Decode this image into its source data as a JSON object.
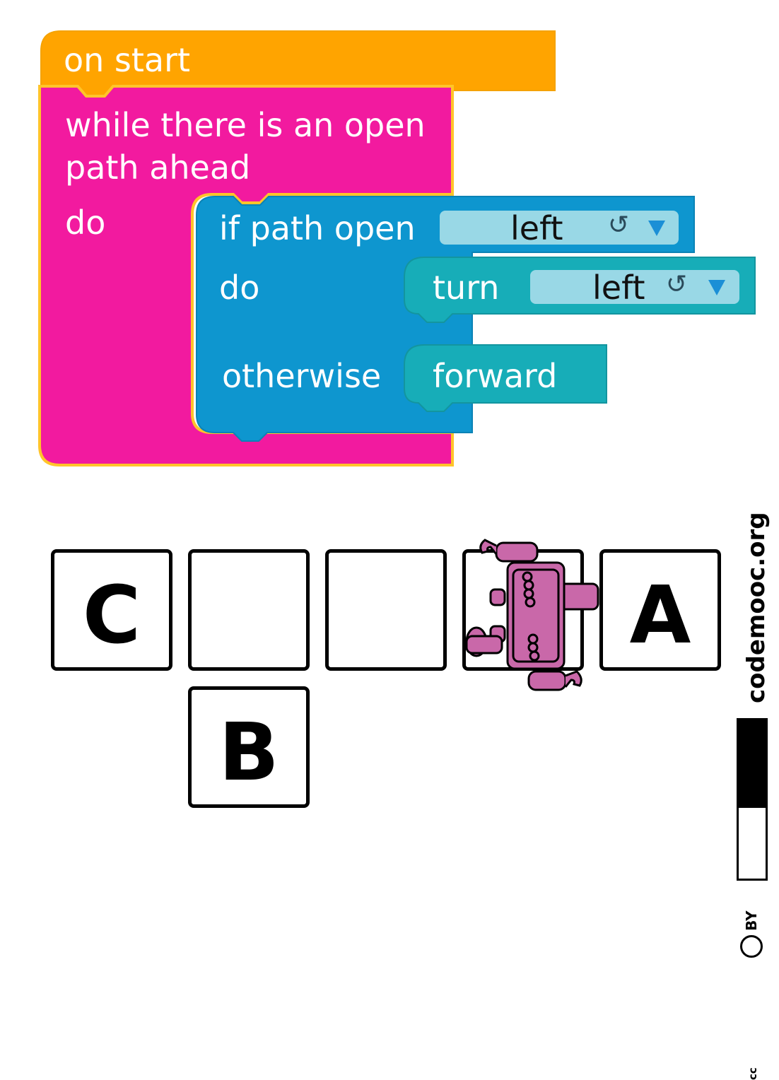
{
  "program": {
    "event_block": {
      "label": "on start",
      "color": "#ffa400"
    },
    "loop_block": {
      "label_line1": "while there is an open",
      "label_line2": "path ahead",
      "do_label": "do",
      "color": "#f21a9f"
    },
    "if_block": {
      "label": "if path open",
      "dropdown_value": "left",
      "do_label": "do",
      "else_label": "otherwise",
      "color": "#0e96cf"
    },
    "turn_block": {
      "label": "turn",
      "dropdown_value": "left",
      "color": "#17adb8"
    },
    "forward_block": {
      "label": "forward",
      "color": "#17adb8"
    },
    "dropdown_icon": "rotate-left-icon"
  },
  "maze": {
    "row1": [
      "C",
      "",
      "",
      "",
      "A"
    ],
    "row2": [
      "B"
    ],
    "robot_color": "#c968a9"
  },
  "credit": {
    "site": "codemooc.org",
    "license": "BY",
    "cc": "cc"
  }
}
